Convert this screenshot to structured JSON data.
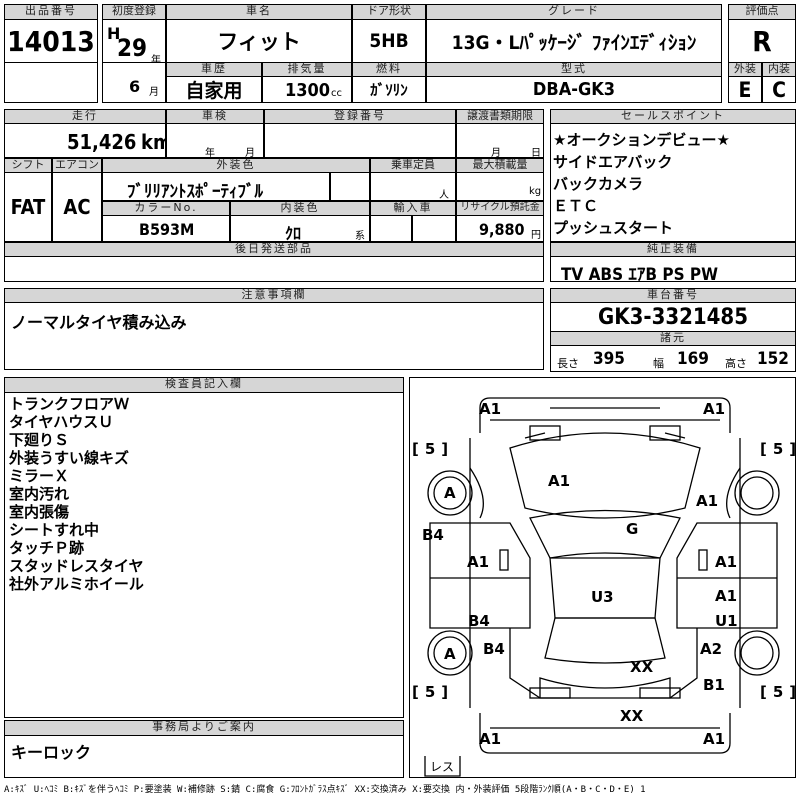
{
  "header": {
    "lot_label": "出品番号",
    "lot": "14013",
    "first_reg_label": "初度登録",
    "era": "H",
    "year": "29",
    "year_unit": "年",
    "month": "6",
    "month_unit": "月",
    "car_name_label": "車名",
    "car_name": "フィット",
    "door_label": "ドア形状",
    "door": "5HB",
    "grade_label": "グレード",
    "grade": "13G・Lﾊﾟｯｹｰｼﾞ ﾌｧｲﾝｴﾃﾞｨｼｮﾝ",
    "score_label": "評価点",
    "score": "R",
    "history_label": "車歴",
    "history": "自家用",
    "displacement_label": "排気量",
    "displacement": "1300",
    "displacement_unit": "cc",
    "fuel_label": "燃料",
    "fuel": "ｶﾞｿﾘﾝ",
    "model_label": "型式",
    "model": "DBA-GK3",
    "exterior_label": "外装",
    "exterior": "E",
    "interior_label": "内装",
    "interior": "C"
  },
  "row2": {
    "mileage_label": "走行",
    "mileage": "51,426",
    "mileage_unit": "km",
    "inspection_label": "車検",
    "insp_year": "年",
    "insp_month": "月",
    "reg_no_label": "登録番号",
    "transfer_label": "譲渡書類期限",
    "transfer_month": "月",
    "transfer_day": "日",
    "shift_label": "シフト",
    "shift": "FAT",
    "ac_label": "エアコン",
    "ac": "AC",
    "color_label": "外装色",
    "color": "ﾌﾞﾘﾘｱﾝﾄｽﾎﾟｰﾃｨﾌﾞﾙ",
    "capacity_label": "乗車定員",
    "capacity_unit": "人",
    "load_label": "最大積載量",
    "load_unit": "kg",
    "color_no_label": "カラーNo.",
    "color_no": "B593M",
    "int_color_label": "内装色",
    "int_color": "ｸﾛ",
    "int_color_unit": "系",
    "import_label": "輸入車",
    "recycle_label": "リサイクル預託金",
    "recycle": "9,880",
    "recycle_unit": "円",
    "later_label": "後日発送部品"
  },
  "sales": {
    "label": "セールスポイント",
    "items": [
      "★オークションデビュー★",
      "サイドエアバック",
      "バックカメラ",
      "ＥＴＣ",
      "プッシュスタート"
    ]
  },
  "equipment": {
    "label": "純正装備",
    "value": "TV ABS ｴｱB PS PW"
  },
  "notes": {
    "label": "注意事項欄",
    "value": "ノーマルタイヤ積み込み"
  },
  "chassis": {
    "label": "車台番号",
    "value": "GK3-3321485"
  },
  "specs": {
    "label": "諸元",
    "length_label": "長さ",
    "length": "395",
    "width_label": "幅",
    "width": "169",
    "height_label": "高さ",
    "height": "152"
  },
  "inspector": {
    "label": "検査員記入欄",
    "items": [
      "トランクフロアＷ",
      "タイヤハウスＵ",
      "下廻りＳ",
      "外装うすい線キズ",
      "ミラーＸ",
      "室内汚れ",
      "室内張傷",
      "シートすれ中",
      "タッチＰ跡",
      "スタッドレスタイヤ",
      "社外アルミホイール"
    ]
  },
  "office": {
    "label": "事務局よりご案内",
    "value": "キーロック"
  },
  "diagram": {
    "marks": {
      "front_left": "A1",
      "front_right": "A1",
      "tire_fl": "5",
      "tire_fr": "5",
      "tire_rl": "5",
      "tire_rr": "5",
      "wheel_fl": "A",
      "hood": "A1",
      "fender_r": "A1",
      "b4_left": "B4",
      "glass": "G",
      "door_l1": "A1",
      "door_r1": "A1",
      "roof": "U3",
      "door_r2": "A1",
      "sill_r": "U1",
      "door_l2": "B4",
      "wheel_rl": "A",
      "b4_rear": "B4",
      "quarter_r": "A2",
      "trunk": "XX",
      "rear_r": "B1",
      "bumper_rear": "XX",
      "rear_left": "A1",
      "rear_right": "A1",
      "less": "レス"
    }
  },
  "legend": "A:ｷｽﾞ U:ﾍｺﾐ B:ｷｽﾞを伴うﾍｺﾐ P:要塗装 W:補修跡 S:錆 C:腐食 G:ﾌﾛﾝﾄｶﾞﾗｽ点ｷｽﾞ XX:交換済み X:要交換 内・外装評価 5段階ﾗﾝｸ順(A・B・C・D・E) 1"
}
